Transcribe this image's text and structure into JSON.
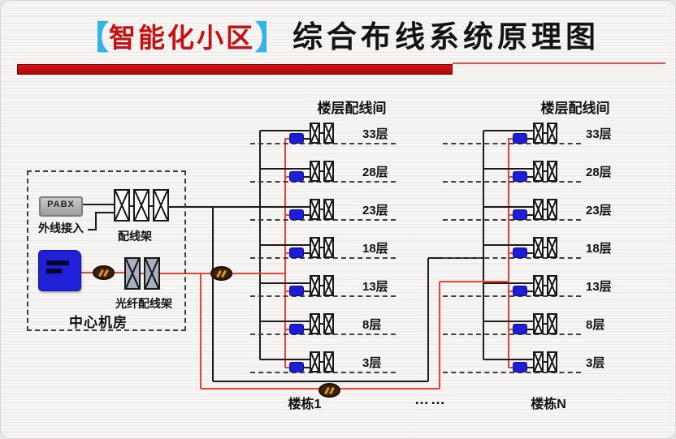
{
  "title": {
    "bracket_left": "【",
    "highlight": "智能化小区",
    "bracket_right": "】",
    "main": "综合布线系统原理图"
  },
  "colors": {
    "highlight": "#c51111",
    "bracket": "#35b2e6",
    "copper_line": "#1c1c1c",
    "fiber_line": "#e64439",
    "device_blue": "#2020d8",
    "divider_red": "#b90b0b"
  },
  "central_room": {
    "label": "中心机房",
    "pabx_label": "PABX",
    "external_line_label": "外线接入",
    "patch_panel_label": "配线架",
    "fiber_panel_label": "光纤配线架"
  },
  "columns": [
    {
      "header": "楼层配线间",
      "building_label": "楼栋1"
    },
    {
      "header": "楼层配线间",
      "building_label": "楼栋N"
    }
  ],
  "floors": [
    "33层",
    "28层",
    "23层",
    "18层",
    "13层",
    "8层",
    "3层"
  ],
  "separator_dots": "……"
}
